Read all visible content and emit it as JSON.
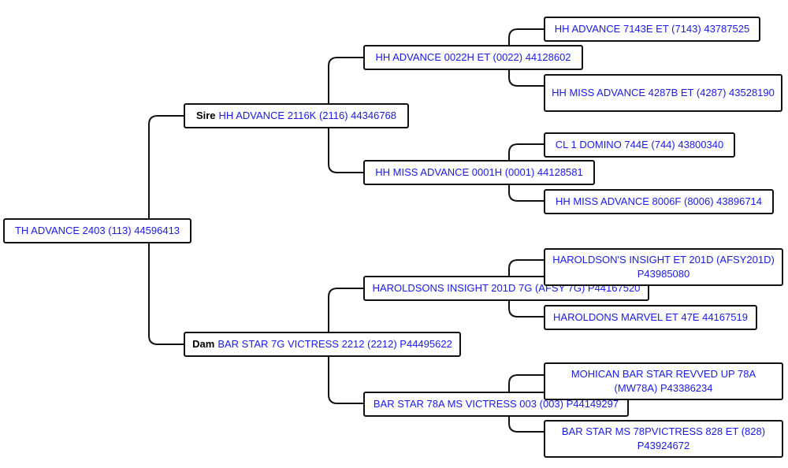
{
  "pedigree": {
    "subject": "TH ADVANCE 2403 (113) 44596413",
    "sire": {
      "role_label": "Sire",
      "name": "HH ADVANCE 2116K (2116) 44346768",
      "sire": {
        "name": "HH ADVANCE 0022H ET (0022) 44128602",
        "sire": "HH ADVANCE 7143E ET (7143) 43787525",
        "dam": "HH MISS ADVANCE 4287B ET (4287) 43528190"
      },
      "dam": {
        "name": "HH MISS ADVANCE 0001H (0001) 44128581",
        "sire": "CL 1 DOMINO 744E (744) 43800340",
        "dam": "HH MISS ADVANCE 8006F (8006) 43896714"
      }
    },
    "dam": {
      "role_label": "Dam",
      "name": "BAR STAR 7G VICTRESS 2212 (2212) P44495622",
      "sire": {
        "name": "HAROLDSONS INSIGHT 201D 7G (AFSY 7G) P44167520",
        "sire": "HAROLDSON'S INSIGHT ET 201D (AFSY201D) P43985080",
        "dam": "HAROLDONS MARVEL ET 47E 44167519"
      },
      "dam": {
        "name": "BAR STAR 78A MS VICTRESS 003 (003) P44149297",
        "sire": "MOHICAN BAR STAR REVVED UP 78A (MW78A) P43386234",
        "dam": "BAR STAR MS 78PVICTRESS 828 ET (828) P43924672"
      }
    }
  }
}
